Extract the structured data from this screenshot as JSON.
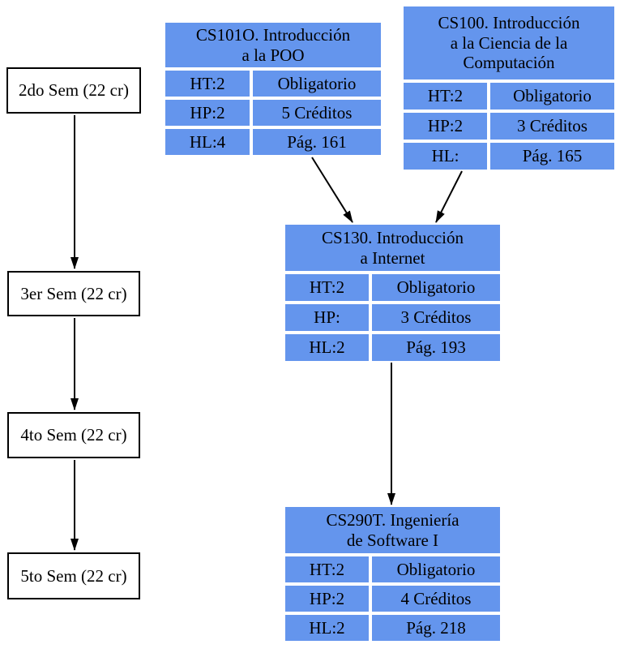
{
  "diagram": {
    "background_color": "#ffffff",
    "node_fill_color": "#6495ed",
    "node_text_color": "#000000",
    "semester_chain": [
      {
        "label": "2do Sem (22 cr)"
      },
      {
        "label": "3er Sem (22 cr)"
      },
      {
        "label": "4to Sem (22 cr)"
      },
      {
        "label": "5to Sem (22 cr)"
      }
    ],
    "courses": [
      {
        "code": "CS101O",
        "title": "CS101O. Introducción\na la POO",
        "rows": [
          {
            "left": "HT:2",
            "right": "Obligatorio"
          },
          {
            "left": "HP:2",
            "right": "5 Créditos"
          },
          {
            "left": "HL:4",
            "right": "Pág. 161"
          }
        ]
      },
      {
        "code": "CS100",
        "title": "CS100. Introducción\na la Ciencia de la\nComputación",
        "rows": [
          {
            "left": "HT:2",
            "right": "Obligatorio"
          },
          {
            "left": "HP:2",
            "right": "3 Créditos"
          },
          {
            "left": "HL:",
            "right": "Pág. 165"
          }
        ]
      },
      {
        "code": "CS130",
        "title": "CS130. Introducción\na Internet",
        "rows": [
          {
            "left": "HT:2",
            "right": "Obligatorio"
          },
          {
            "left": "HP:",
            "right": "3 Créditos"
          },
          {
            "left": "HL:2",
            "right": "Pág. 193"
          }
        ]
      },
      {
        "code": "CS290T",
        "title": "CS290T. Ingeniería\nde Software I",
        "rows": [
          {
            "left": "HT:2",
            "right": "Obligatorio"
          },
          {
            "left": "HP:2",
            "right": "4 Créditos"
          },
          {
            "left": "HL:2",
            "right": "Pág. 218"
          }
        ]
      }
    ],
    "edges": [
      {
        "from": "2do Sem (22 cr)",
        "to": "3er Sem (22 cr)"
      },
      {
        "from": "3er Sem (22 cr)",
        "to": "4to Sem (22 cr)"
      },
      {
        "from": "4to Sem (22 cr)",
        "to": "5to Sem (22 cr)"
      },
      {
        "from": "CS101O",
        "to": "CS130"
      },
      {
        "from": "CS100",
        "to": "CS130"
      },
      {
        "from": "CS130",
        "to": "CS290T"
      }
    ]
  }
}
